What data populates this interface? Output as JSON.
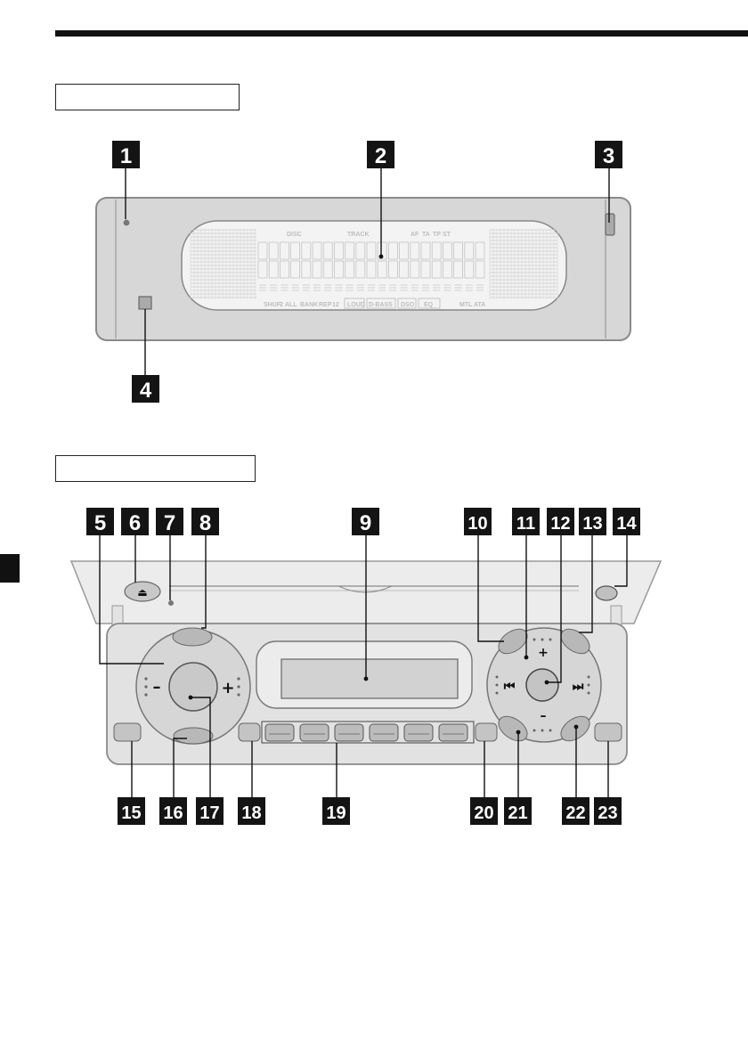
{
  "callouts": [
    "1",
    "2",
    "3",
    "4",
    "5",
    "6",
    "7",
    "8",
    "9",
    "10",
    "11",
    "12",
    "13",
    "14",
    "15",
    "16",
    "17",
    "18",
    "19",
    "20",
    "21",
    "22",
    "23"
  ],
  "display_indicators": {
    "top": [
      "DISC",
      "TRACK",
      "AF",
      "TA",
      "TP",
      "ST"
    ],
    "bottom": [
      "SHUF",
      "2",
      "ALL",
      "BANK",
      "REP",
      "12",
      "LOUD",
      "D-BASS",
      "DSO",
      "EQ",
      "MTL",
      "ATA"
    ]
  },
  "unit_marks": {
    "eject": "⏏",
    "minus_left": "–",
    "plus_left": "+",
    "plus_pad": "+",
    "minus_pad": "–",
    "prev": "⏮",
    "next": "⏭"
  }
}
